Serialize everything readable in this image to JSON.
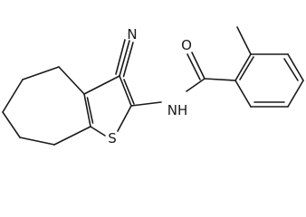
{
  "diagram": {
    "atoms": {
      "nitrile_n": "N",
      "amide_o": "O",
      "amide_nh": "NH",
      "thiophene_s": "S"
    }
  }
}
